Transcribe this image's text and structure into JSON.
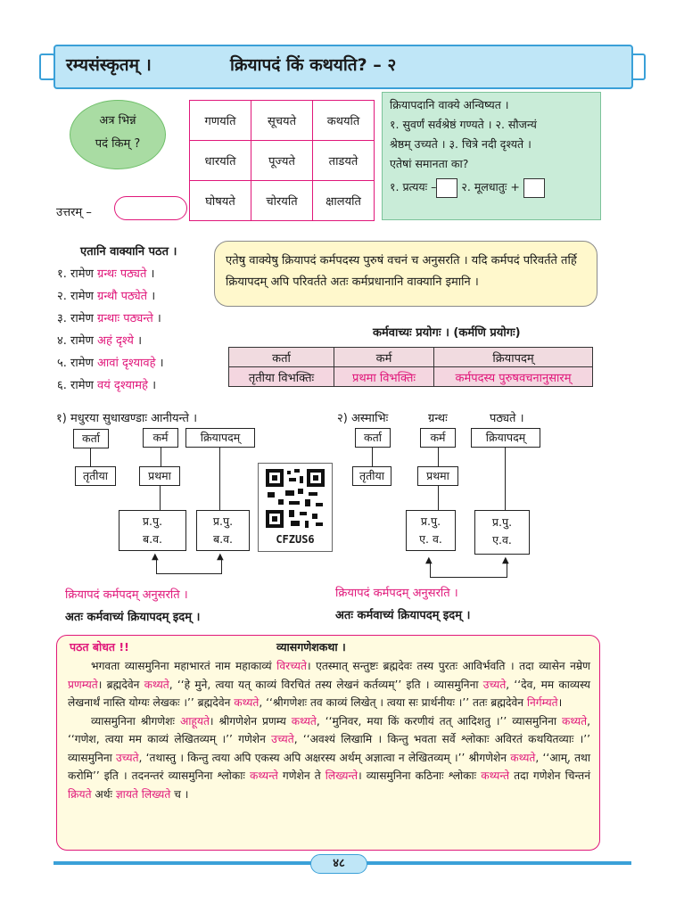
{
  "header": {
    "left": "रम्यसंस्कृतम् ।",
    "right": "क्रियापदं किं कथयति? – २"
  },
  "quiz": {
    "q1": "अत्र भिन्नं",
    "q2": "पदं किम् ?",
    "answer_label": "उत्तरम् –"
  },
  "verbs": [
    [
      "गणयति",
      "सूचयते",
      "कथयति"
    ],
    [
      "धारयति",
      "पूज्यते",
      "ताडयते"
    ],
    [
      "घोषयते",
      "चोरयति",
      "क्षालयति"
    ]
  ],
  "green": {
    "l1": "क्रियापदानि वाक्ये अन्विष्यत ।",
    "l2": "१. सुवर्णं सर्वश्रेष्ठं गण्यते । २. सौजन्यं",
    "l3": "श्रेष्ठम् उच्यते । ३. चित्रे नदी दृश्यते ।",
    "l4": "एतेषां समानता का?",
    "l5a": "१. प्रत्ययः –",
    "l5b": "२. मूलधातुः +"
  },
  "sentences": {
    "heading": "एतानि वाक्यानि पठत ।",
    "items": [
      {
        "n": "१. रामेण ",
        "p": "ग्रन्थः पठ्यते",
        "e": " ।"
      },
      {
        "n": "२. रामेण ",
        "p": "ग्रन्थौ पठ्येते",
        "e": " ।"
      },
      {
        "n": "३. रामेण ",
        "p": "ग्रन्थाः पठ्यन्ते",
        "e": " ।"
      },
      {
        "n": "४. रामेण ",
        "p": "अहं दृश्ये",
        "e": " ।"
      },
      {
        "n": "५. रामेण ",
        "p": "आवां दृश्यावहे",
        "e": " ।"
      },
      {
        "n": "६. रामेण ",
        "p": "वयं दृश्यामहे",
        "e": " ।"
      }
    ]
  },
  "note": "एतेषु वाक्येषु क्रियापदं कर्मपदस्य पुरुषं वचनं च अनुसरति । यदि कर्मपदं परिवर्तते तर्हि क्रियापदम् अपि परिवर्तते अतः कर्मप्रधानानि वाक्यानि इमानि ।",
  "karma": {
    "title": "कर्मवाच्यः प्रयोगः । (कर्मणि प्रयोगः)",
    "headers": [
      "कर्ता",
      "कर्म",
      "क्रियापदम्"
    ],
    "row": [
      "तृतीया विभक्तिः",
      "प्रथमा विभक्तिः",
      "कर्मपदस्य पुरुषवचनानुसारम्"
    ]
  },
  "diag1": {
    "sentence": "१) मधुरया   सुधाखण्डाः आनीयन्ते ।",
    "b1": "कर्ता",
    "b2": "कर्म",
    "b3": "क्रियापदम्",
    "c1": "तृतीया",
    "c2": "प्रथमा",
    "p1a": "प्र.पु.",
    "p1b": "ब.व.",
    "p2a": "प्र.पु.",
    "p2b": "ब.व.",
    "rule": "क्रियापदं कर्मपदम् अनुसरति ।",
    "concl": "अतः कर्मवाच्यं क्रियापदम् इदम् ।"
  },
  "diag2": {
    "s1": "२) अस्माभिः",
    "s2": "ग्रन्थः",
    "s3": "पठ्यते ।",
    "b1": "कर्ता",
    "b2": "कर्म",
    "b3": "क्रियापदम्",
    "c1": "तृतीया",
    "c2": "प्रथमा",
    "p1a": "प्र.पु.",
    "p1b": "ए. व.",
    "p2a": "प्र.पु.",
    "p2b": "ए.व.",
    "rule": "क्रियापदं कर्मपदम् अनुसरति ।",
    "concl": "अतः कर्मवाच्यं क्रियापदम् इदम् ।"
  },
  "qr_code": "CFZUS6",
  "story": {
    "label": "पठत बोधत !!",
    "title": "व्यासगणेशकथा ।",
    "p1": [
      [
        "भगवता व्यासमुनिना महाभारतं नाम महाकाव्यं ",
        0
      ],
      [
        "विरच्यते",
        1
      ],
      [
        "। एतस्मात् सन्तुष्टः ब्रह्मदेवः तस्य पुरतः आविर्भवति । तदा व्यासेन नम्रेण ",
        0
      ],
      [
        "प्रणम्यते",
        1
      ],
      [
        "। ब्रह्मदेवेन ",
        0
      ],
      [
        "कथ्यते",
        1
      ],
      [
        ", ‘‘हे मुने, त्वया यत् काव्यं विरचितं तस्य लेखनं कर्तव्यम्’’ इति । व्यासमुनिना ",
        0
      ],
      [
        "उच्यते",
        1
      ],
      [
        ", ‘‘देव, मम काव्यस्य लेखनार्थं नास्ति योग्यः लेखकः ।’’ ब्रह्मदेवेन ",
        0
      ],
      [
        "कथ्यते",
        1
      ],
      [
        ", ‘‘श्रीगणेशः तव काव्यं लिखेत् । त्वया सः प्रार्थनीयः ।’’ ततः ब्रह्मदेवेन ",
        0
      ],
      [
        "निर्गम्यते",
        1
      ],
      [
        "।",
        0
      ]
    ],
    "p2": [
      [
        "व्यासमुनिना श्रीगणेशः ",
        0
      ],
      [
        "आहूयते",
        1
      ],
      [
        "। श्रीगणेशेन प्रणम्य ",
        0
      ],
      [
        "कथ्यते",
        1
      ],
      [
        ", ‘‘मुनिवर, मया किं करणीयं तत् आदिशतु ।’’ व्यासमुनिना ",
        0
      ],
      [
        "कथ्यते",
        1
      ],
      [
        ", ‘‘गणेश, त्वया मम काव्यं लेखितव्यम् ।’’ गणेशेन ",
        0
      ],
      [
        "उच्यते",
        1
      ],
      [
        ", ‘‘अवश्यं लिखामि । किन्तु भवता सर्वे श्लोकाः अविरतं कथयितव्याः ।’’ व्यासमुनिना ",
        0
      ],
      [
        "उच्यते",
        1
      ],
      [
        ", ‘तथास्तु । किन्तु त्वया अपि एकस्य अपि अक्षरस्य अर्थम् अज्ञात्वा न लेखितव्यम् ।’’ श्रीगणेशेन ",
        0
      ],
      [
        "कथ्यते",
        1
      ],
      [
        ", ‘‘आम्, तथा करोमि’’ इति । तदनन्तरं व्यासमुनिना श्लोकाः ",
        0
      ],
      [
        "कथ्यन्ते",
        1
      ],
      [
        " गणेशेन ते ",
        0
      ],
      [
        "लिख्यन्ते",
        1
      ],
      [
        "। व्यासमुनिना कठिनाः श्लोकाः ",
        0
      ],
      [
        "कथ्यन्ते",
        1
      ],
      [
        " तदा गणेशेन चिन्तनं ",
        0
      ],
      [
        "क्रियते",
        1
      ],
      [
        " अर्थः ",
        0
      ],
      [
        "ज्ञायते",
        1
      ],
      [
        " ",
        0
      ],
      [
        "लिख्यते",
        1
      ],
      [
        " च ।",
        0
      ]
    ]
  },
  "page_number": "४८",
  "colors": {
    "accent": "#e0177a",
    "header_bg": "#bfe6f7",
    "green_bg": "#c9ecd8"
  }
}
